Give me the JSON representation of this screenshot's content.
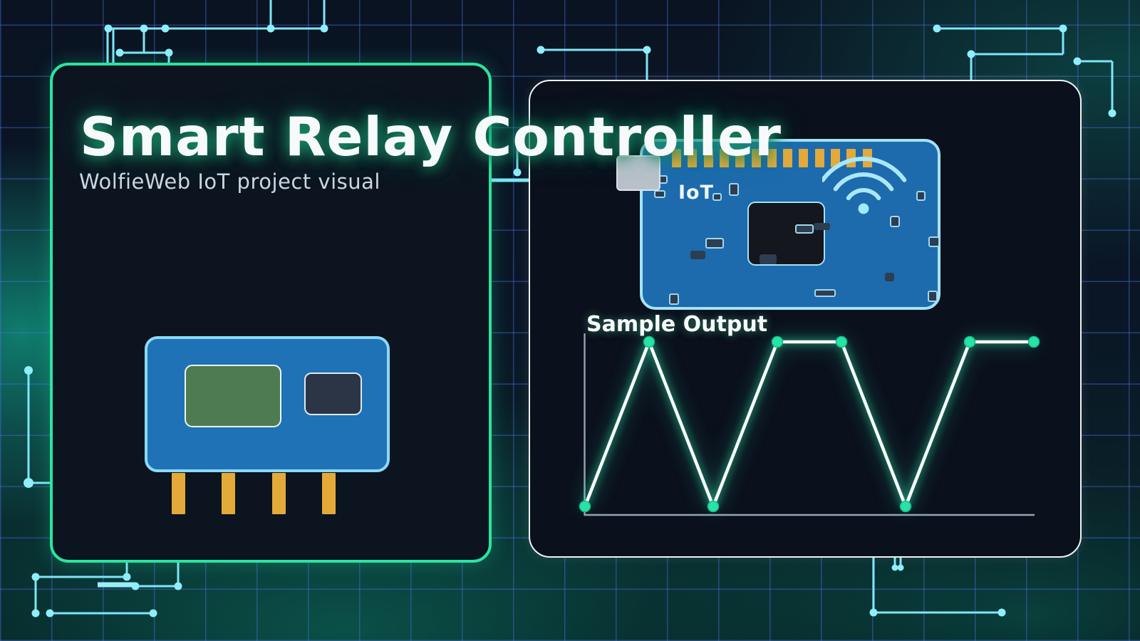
{
  "header": {
    "title": "Smart Relay Controller",
    "subtitle": "WolfieWeb IoT project visual"
  },
  "board": {
    "label": "IoT",
    "pin_count": 13,
    "icons": [
      "wifi-icon",
      "usb-connector",
      "chip"
    ]
  },
  "relay": {
    "pin_count": 4
  },
  "chart": {
    "title": "Sample Output"
  },
  "chart_data": {
    "type": "line",
    "title": "Sample Output",
    "x": [
      0,
      1,
      2,
      3,
      4,
      5,
      6,
      7
    ],
    "values": [
      0,
      1,
      0,
      1,
      1,
      0,
      1,
      1
    ],
    "xlabel": "",
    "ylabel": "",
    "ylim": [
      0,
      1
    ],
    "grid": false,
    "legend": null,
    "line_color": "#f8fcfd",
    "point_color": "#27e3a5"
  },
  "colors": {
    "accent_green": "#2be49f",
    "trace_cyan": "#7de6f7",
    "board_blue": "#1d6aad",
    "pin_orange": "#e3a93b",
    "grid_blue": "#4d74e8",
    "panel_dark": "#0c141f"
  }
}
